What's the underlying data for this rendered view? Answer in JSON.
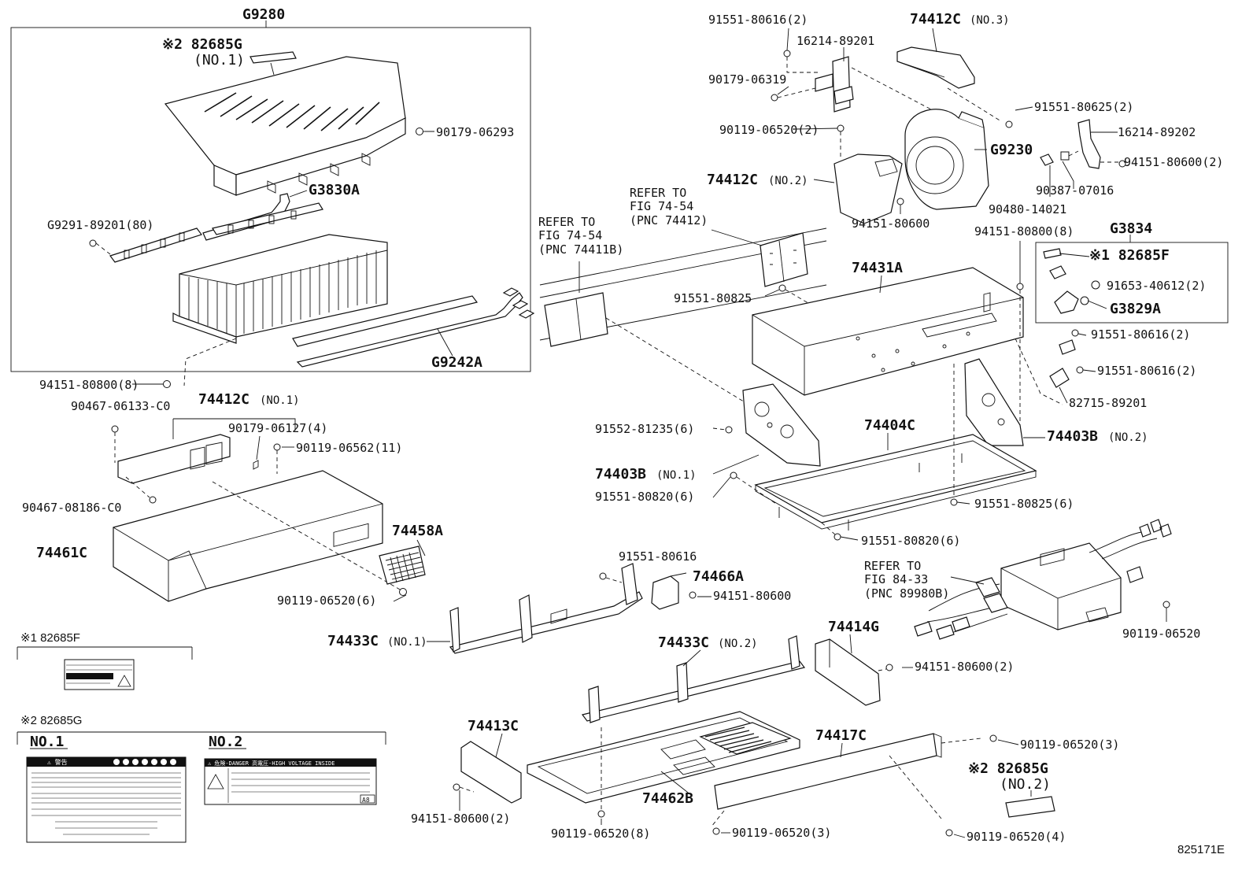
{
  "labels": {
    "g9280": "G9280",
    "mark2_82685g_no1": "※2 82685G",
    "no1_paren": "(NO.1)",
    "p90179_06293": "90179-06293",
    "g3830a": "G3830A",
    "g9291": "G9291-89201(80)",
    "g9242a": "G9242A",
    "p94151_80800_8_left": "94151-80800(8)",
    "p90467_06133": "90467-06133-C0",
    "p74412c_no1": "74412C",
    "p74412c_no1_sub": "(NO.1)",
    "p90179_06127": "90179-06127(4)",
    "p90119_06562": "90119-06562(11)",
    "p90467_08186": "90467-08186-C0",
    "p74461c": "74461C",
    "p74458a": "74458A",
    "p90119_06520_6": "90119-06520(6)",
    "p91551_80616_2_top": "91551-80616(2)",
    "p16214_89201": "16214-89201",
    "p74412c_no3": "74412C",
    "p74412c_no3_sub": "(NO.3)",
    "p90179_06319": "90179-06319",
    "p91551_80625": "91551-80625(2)",
    "p90119_06520_2": "90119-06520(2)",
    "p16214_89202": "16214-89202",
    "g9230": "G9230",
    "p94151_80600_2_right": "94151-80600(2)",
    "p74412c_no2": "74412C",
    "p74412c_no2_sub": "(NO.2)",
    "p90387": "90387-07016",
    "p90480": "90480-14021",
    "p94151_80600": "94151-80600",
    "refer1_l1": "REFER TO",
    "refer1_l2": "FIG 74-54",
    "refer1_l3": "(PNC 74412)",
    "refer2_l1": "REFER TO",
    "refer2_l2": "FIG 74-54",
    "refer2_l3": "(PNC 74411B)",
    "p94151_80800_8_right": "94151-80800(8)",
    "g3834": "G3834",
    "p74431a": "74431A",
    "mark1_82685f": "※1 82685F",
    "p91653": "91653-40612(2)",
    "g3829a": "G3829A",
    "p91551_80825": "91551-80825",
    "p91551_80616_2_a": "91551-80616(2)",
    "p91551_80616_2_b": "91551-80616(2)",
    "p82715": "82715-89201",
    "p91552": "91552-81235(6)",
    "p74404c": "74404C",
    "p74403b_no2": "74403B",
    "p74403b_no2_sub": "(NO.2)",
    "p74403b_no1": "74403B",
    "p74403b_no1_sub": "(NO.1)",
    "p91551_80820_6_a": "91551-80820(6)",
    "p91551_80825_6": "91551-80825(6)",
    "p91551_80820_6_b": "91551-80820(6)",
    "p91551_80616": "91551-80616",
    "p74466a": "74466A",
    "p94151_80600_mid": "94151-80600",
    "refer3_l1": "REFER TO",
    "refer3_l2": "FIG 84-33",
    "refer3_l3": "(PNC 89980B)",
    "p90119_06520_right": "90119-06520",
    "p74433c_no1": "74433C",
    "p74433c_no1_sub": "(NO.1)",
    "p74433c_no2": "74433C",
    "p74433c_no2_sub": "(NO.2)",
    "p74414g": "74414G",
    "p94151_80600_2_mid": "94151-80600(2)",
    "p74413c": "74413C",
    "p74417c": "74417C",
    "p90119_06520_3_a": "90119-06520(3)",
    "mark2_82685g_no2": "※2 82685G",
    "no2_paren": "(NO.2)",
    "p94151_80600_2_bot": "94151-80600(2)",
    "p74462b": "74462B",
    "p90119_06520_8": "90119-06520(8)",
    "p90119_06520_3_b": "90119-06520(3)",
    "p90119_06520_4": "90119-06520(4)",
    "fig_code": "825171E"
  },
  "legend": {
    "mark1_title": "※1 82685F",
    "mark2_title": "※2 82685G",
    "no1": "NO.1",
    "no2": "NO.2",
    "label_no2_header": "⚠ 危険-DANGER 高電圧-HIGH VOLTAGE INSIDE",
    "label_no1_header": "⚠ 警告",
    "label_no2_code": "A8"
  }
}
